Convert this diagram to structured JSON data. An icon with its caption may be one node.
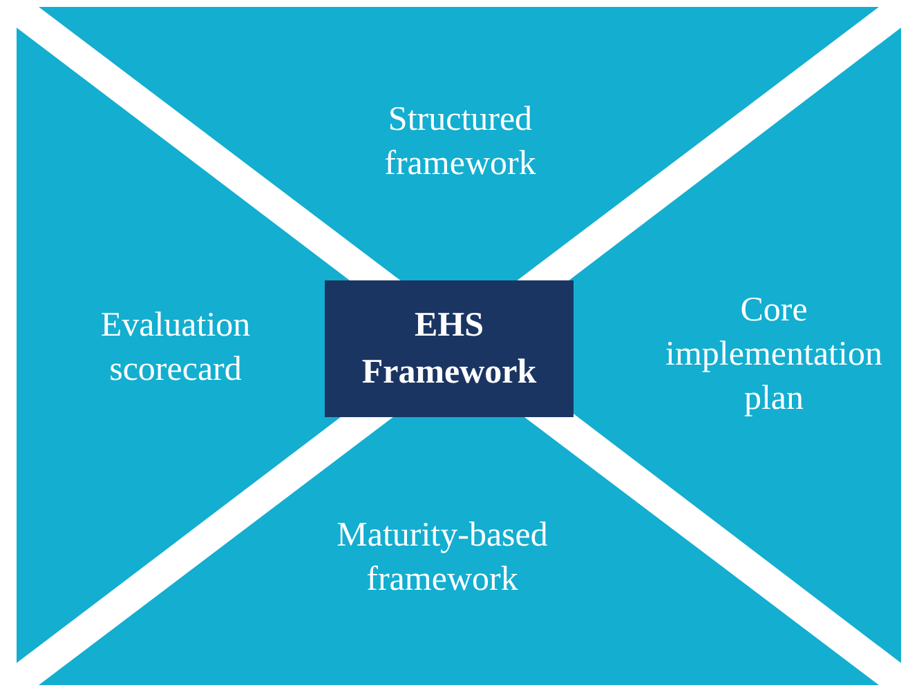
{
  "diagram": {
    "nodes": [
      {
        "text": [
          "Structured framework"
        ]
      },
      {
        "text": [
          "Evaluation scorecard"
        ]
      },
      {
        "text": [
          "EHS Framework"
        ]
      },
      {
        "text": [
          "Core implementation plan"
        ]
      },
      {
        "text": [
          "Maturity-based framework"
        ]
      }
    ]
  }
}
